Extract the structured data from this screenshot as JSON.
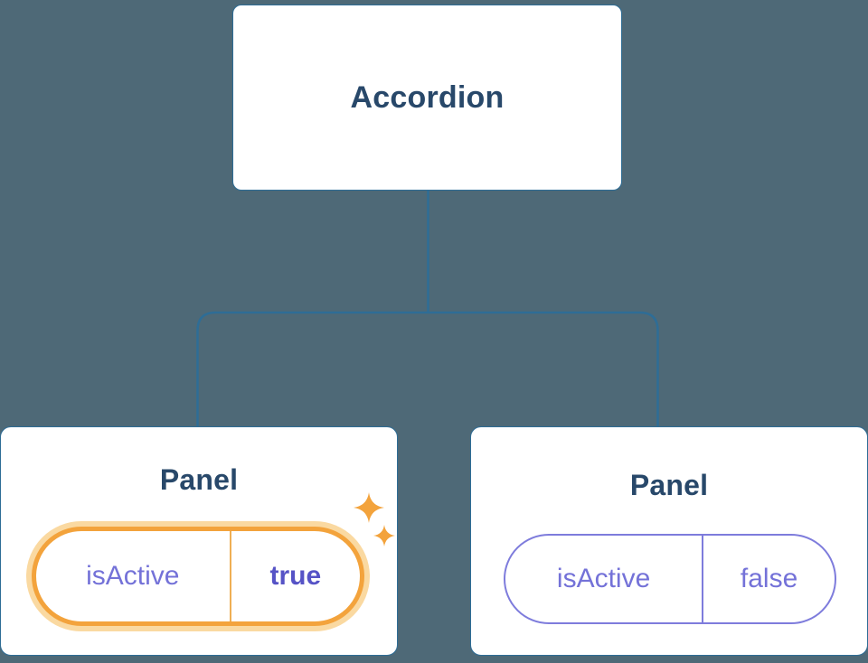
{
  "diagram": {
    "root": {
      "label": "Accordion"
    },
    "children": [
      {
        "label": "Panel",
        "state": {
          "key": "isActive",
          "value": "true"
        },
        "highlighted": true
      },
      {
        "label": "Panel",
        "state": {
          "key": "isActive",
          "value": "false"
        },
        "highlighted": false
      }
    ],
    "icons": {
      "sparkle": "sparkle-icon"
    },
    "colors": {
      "background": "#4E6977",
      "node_background": "#FFFFFF",
      "node_border": "#2E6D96",
      "connector": "#2E6D96",
      "node_title_text": "#28486A",
      "state_key_text": "#7472D8",
      "state_value_active_text": "#5653C6",
      "state_value_inactive_text": "#7472D8",
      "active_pill_border": "#F3A33C",
      "active_pill_glow": "#FAD9A1",
      "active_pill_divider": "#EFAF55",
      "inactive_pill_border": "#7E7CDC",
      "sparkle": "#F3A33C"
    }
  }
}
